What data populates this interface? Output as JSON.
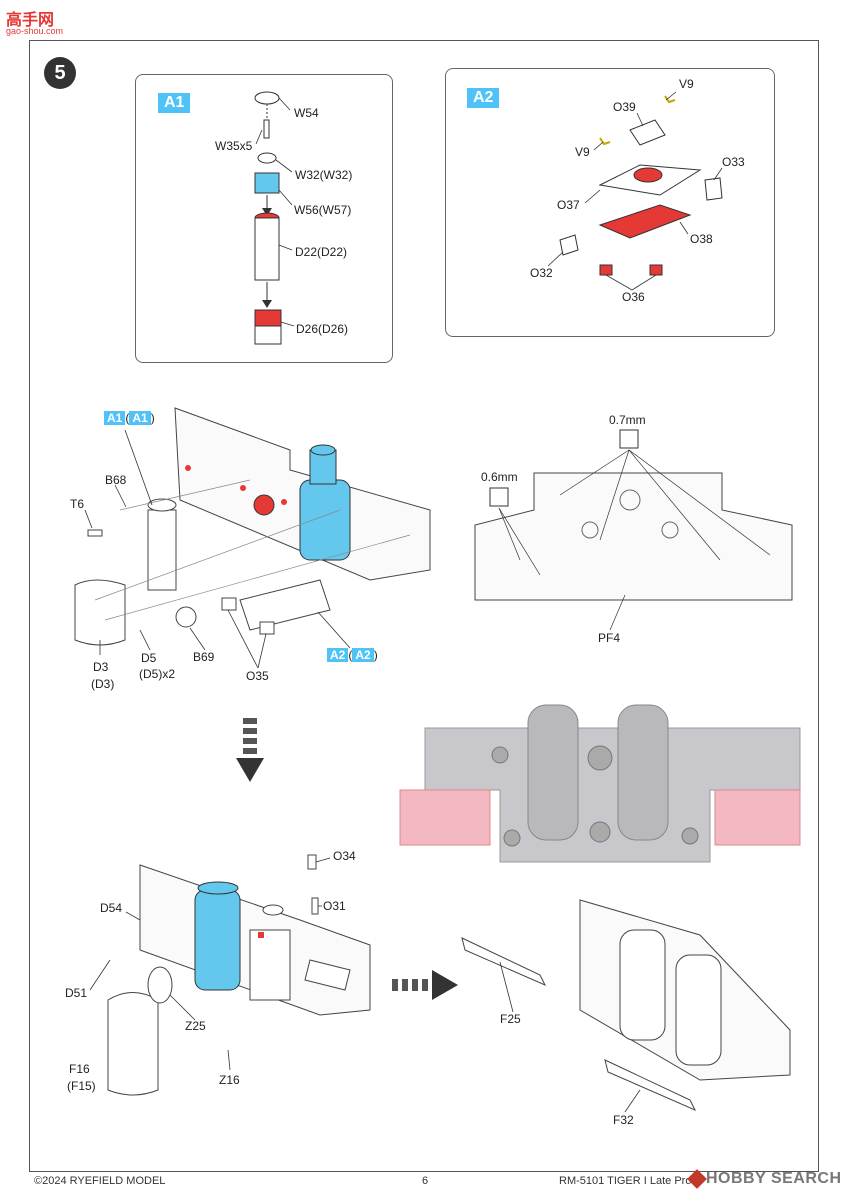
{
  "watermark": {
    "logo_text": "高手网",
    "url": "gao-shou.com"
  },
  "step": {
    "number": "5"
  },
  "box_a1": {
    "tag": "A1",
    "labels": [
      "W54",
      "W35x5",
      "W32(W32)",
      "W56(W57)",
      "D22(D22)",
      "D26(D26)"
    ]
  },
  "box_a2": {
    "tag": "A2",
    "labels": [
      "V9",
      "O39",
      "V9",
      "O33",
      "O37",
      "O38",
      "O32",
      "O36"
    ]
  },
  "assembly1": {
    "ref_a1": "A1",
    "ref_a1_paren": "A1",
    "ref_a2": "A2",
    "ref_a2_paren": "A2",
    "labels": [
      "B68",
      "T6",
      "D3",
      "(D3)",
      "D5",
      "(D5)x2",
      "B69",
      "O35"
    ]
  },
  "plate": {
    "drill_large": "0.7mm",
    "drill_small": "0.6mm",
    "part": "PF4"
  },
  "assembly2": {
    "labels": [
      "O34",
      "D54",
      "O31",
      "D51",
      "Z25",
      "F16",
      "(F15)",
      "Z16"
    ]
  },
  "assembly3": {
    "labels": [
      "F25",
      "F32"
    ]
  },
  "footer": {
    "copyright": "©2024 RYEFIELD MODEL",
    "page": "6",
    "product": "RM-5101 TIGER I Late Production W/Zimmerit",
    "watermark_brand": "HOBBY SEARCH"
  },
  "colors": {
    "highlight_blue": "#64c8ee",
    "part_red": "#e53935",
    "pink_tint": "#f4b8c2",
    "render_gray": "#c8c8cc"
  }
}
